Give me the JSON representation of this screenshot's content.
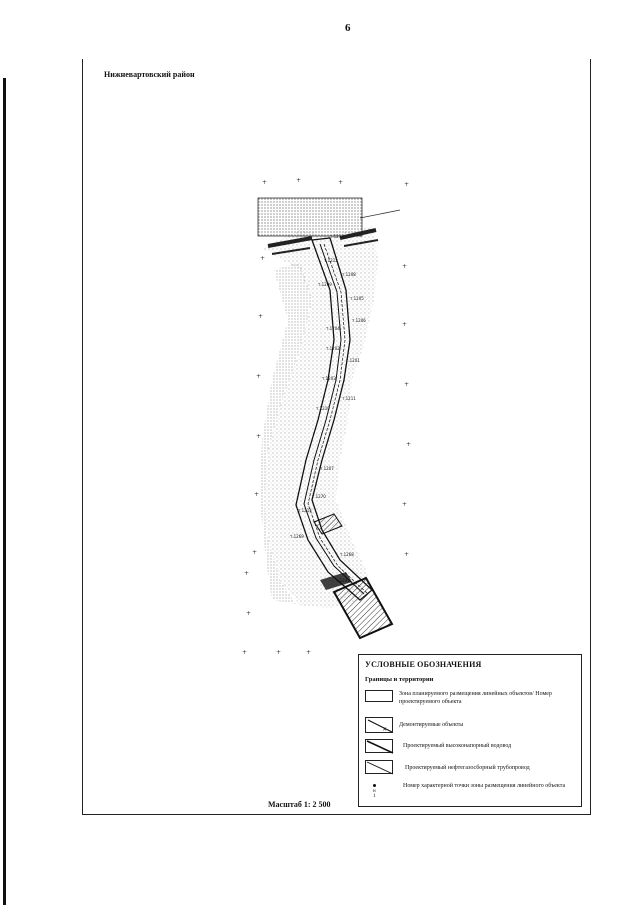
{
  "page": {
    "number": "6"
  },
  "map": {
    "district_title": "Нижневартовский район",
    "point_labels": [
      "т.1213",
      "т.1212",
      "т.1208",
      "т.1209",
      "т.1205",
      "т.1206",
      "т.1204",
      "т.1202",
      "т.1201",
      "т.1203",
      "т.1211",
      "т.1210",
      "т.1207",
      "т.1270",
      "т.1214",
      "т.1269",
      "т.1268",
      "т.1241"
    ],
    "scale_label": "Масштаб 1: 2 500"
  },
  "legend": {
    "title": "УСЛОВНЫЕ ОБОЗНАЧЕНИЯ",
    "subtitle": "Границы и территории",
    "items": [
      {
        "label": "Зона планируемого размещения линейных объектов/ Номер проектируемого объекта",
        "symbol": "zone-rect-icon"
      },
      {
        "label": "Демонтируемые объекты",
        "symbol": "dismantled-object-icon"
      },
      {
        "label": "Проектируемый высоконапорный водовод",
        "symbol": "water-pipeline-icon"
      },
      {
        "label": "Проектируемый нефтегазосборный трубопровод",
        "symbol": "oil-gas-pipeline-icon"
      },
      {
        "label": "Номер характерной точки зоны размещения линейного объекта",
        "marker": "н 1",
        "symbol": "point-marker-icon"
      }
    ]
  },
  "colors": {
    "ink": "#111111",
    "paper": "#ffffff",
    "stipple": "#6b6b6b"
  }
}
